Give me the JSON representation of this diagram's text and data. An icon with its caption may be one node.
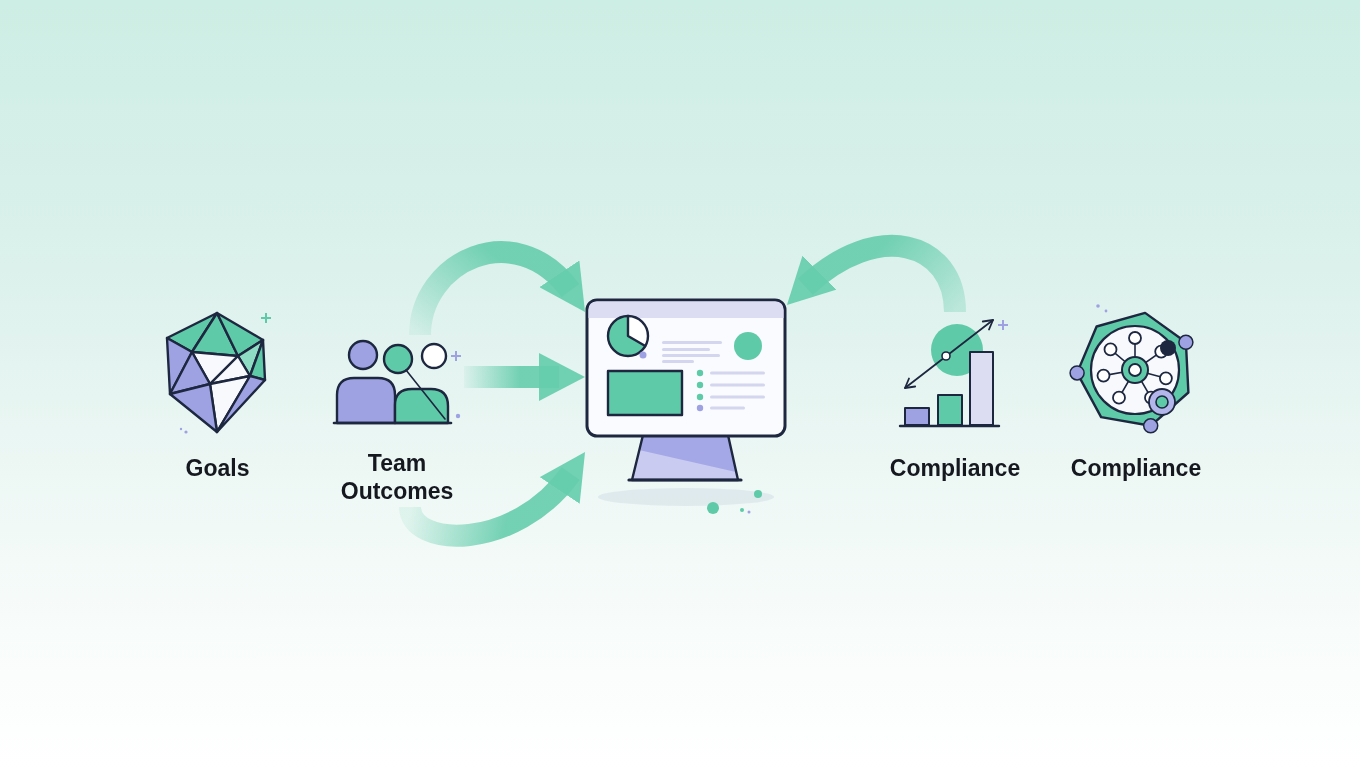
{
  "diagram": {
    "nodes": [
      {
        "text": [
          "Goals"
        ]
      },
      {
        "text": [
          "Team Outcomes"
        ]
      },
      {
        "text": [],
        "shape": "picture"
      },
      {
        "text": [
          "Compliance"
        ]
      },
      {
        "text": [
          "Compliance"
        ]
      }
    ],
    "edges": [
      {
        "from": 1,
        "to": 2,
        "arrow": "to"
      },
      {
        "from": 1,
        "to": 2,
        "arrow": "to"
      },
      {
        "from": 1,
        "to": 2,
        "arrow": "to"
      },
      {
        "from": 3,
        "to": 2,
        "arrow": "to"
      }
    ]
  }
}
